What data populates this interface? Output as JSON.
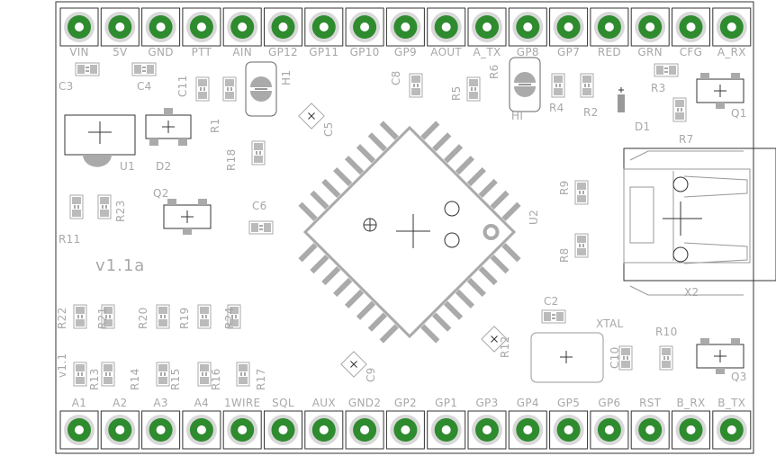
{
  "colors": {
    "silk": "#a8a8a8",
    "pad_green": "#2e8b2e",
    "pad_light": "#d8d8d8",
    "outline": "#333333",
    "background": "#ffffff"
  },
  "top_header": [
    "VIN",
    "5V",
    "GND",
    "PTT",
    "AIN",
    "GP12",
    "GP11",
    "GP10",
    "GP9",
    "AOUT",
    "A_TX",
    "GP8",
    "GP7",
    "RED",
    "GRN",
    "CFG",
    "A_RX"
  ],
  "bottom_header": [
    "A1",
    "A2",
    "A3",
    "A4",
    "1WIRE",
    "SQL",
    "AUX",
    "GND2",
    "GP2",
    "GP1",
    "GP3",
    "GP4",
    "GP5",
    "GP6",
    "RST",
    "B_RX",
    "B_TX"
  ],
  "designators": {
    "c3": "C3",
    "c4": "C4",
    "c11": "C11",
    "h1": "H1",
    "c8": "C8",
    "r5": "R5",
    "r6": "R6",
    "hi": "HI",
    "r4": "R4",
    "r2": "R2",
    "r3": "R3",
    "q1": "Q1",
    "r1": "R1",
    "c5": "C5",
    "u1": "U1",
    "d2": "D2",
    "r18": "R18",
    "d1": "D1",
    "r7": "R7",
    "q2": "Q2",
    "c6": "C6",
    "r9": "R9",
    "r23": "R23",
    "r11": "R11",
    "u2": "U2",
    "r8": "R8",
    "x2": "X2",
    "c2": "C2",
    "xtal": "XTAL",
    "r22": "R22",
    "r21": "R21",
    "r20": "R20",
    "r19": "R19",
    "r24": "R24",
    "r12": "R12",
    "r10": "R10",
    "c10": "C10",
    "q3": "Q3",
    "v11": "v1.1",
    "r13": "R13",
    "r14": "R14",
    "r15": "R15",
    "r16": "R16",
    "r17": "R17",
    "c9": "C9"
  },
  "version_label": "v1.1a"
}
